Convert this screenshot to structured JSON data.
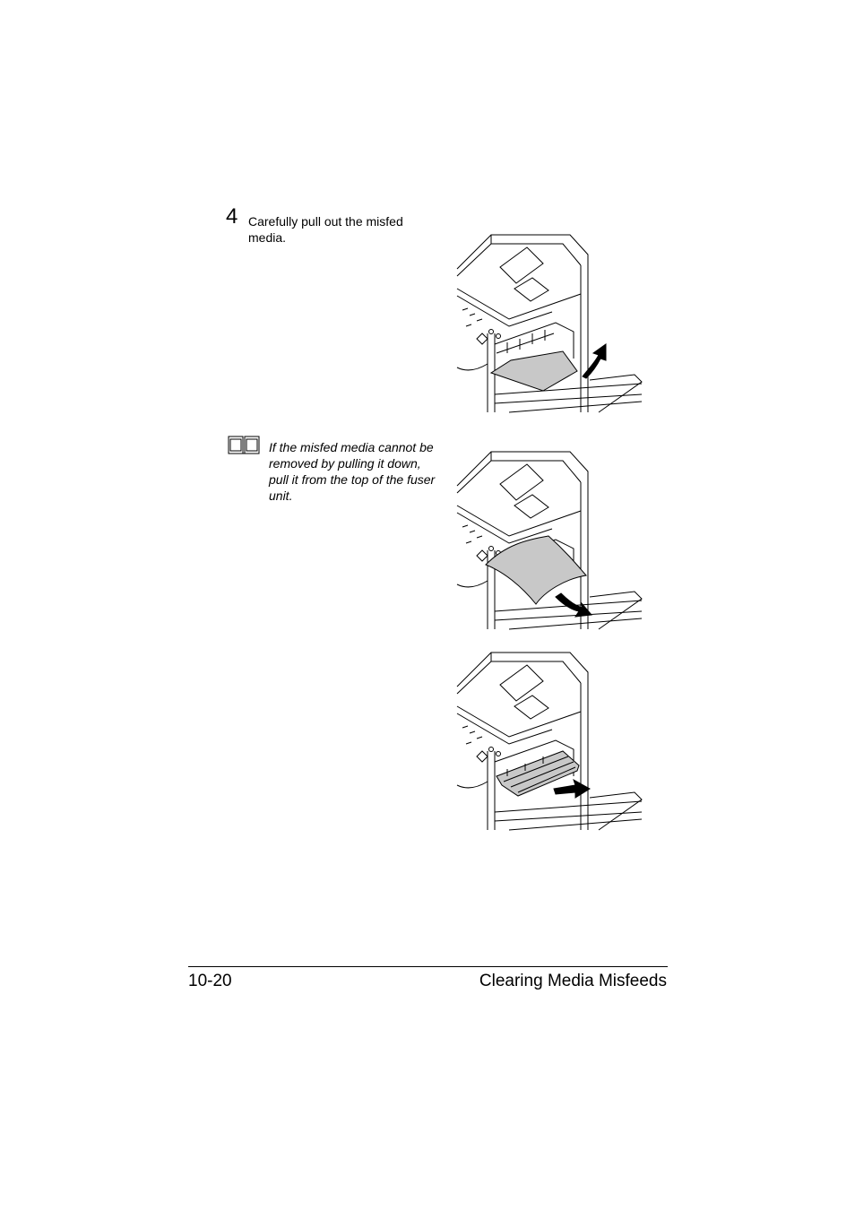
{
  "step": {
    "number": "4",
    "text": "Carefully pull out the misfed media."
  },
  "note": {
    "icon": "book-note-icon",
    "text": "If the misfed media cannot be removed by pulling it down, pull it from the top of the fuser unit."
  },
  "figures": [
    {
      "icon": "printer-paper-pull-up-illustration"
    },
    {
      "icon": "printer-paper-pull-down-illustration"
    },
    {
      "icon": "printer-fuser-removal-illustration"
    }
  ],
  "footer": {
    "page_number": "10-20",
    "section_title": "Clearing Media Misfeeds"
  }
}
